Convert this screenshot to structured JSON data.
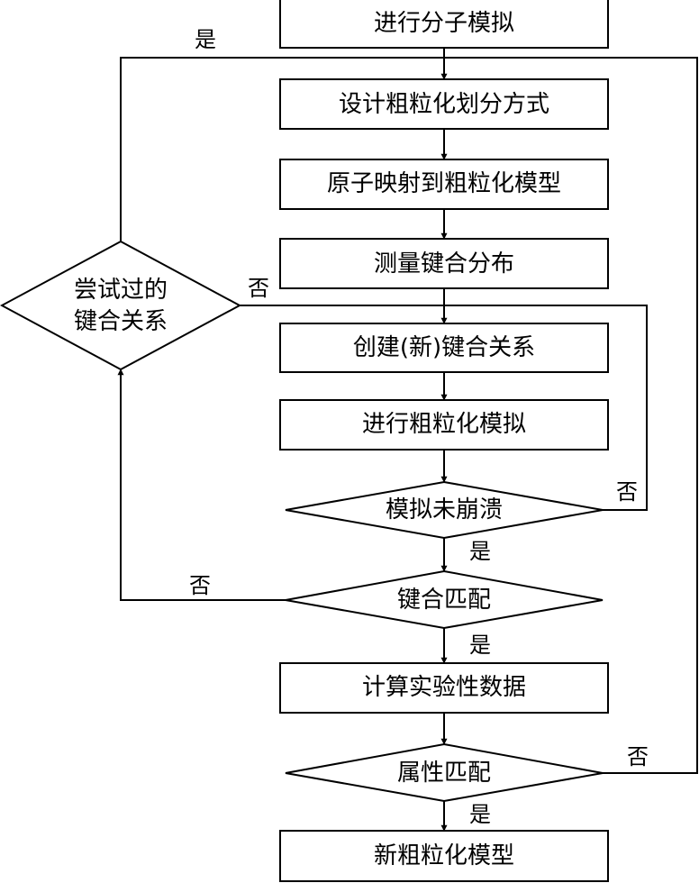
{
  "nodes": {
    "run_md": "进行分子模拟",
    "design_cg": "设计粗粒化划分方式",
    "map_atoms": "原子映射到粗粒化模型",
    "measure_bonds": "测量键合分布",
    "create_bonds": "创建(新)键合关系",
    "run_cg": "进行粗粒化模拟",
    "not_collapsed": "模拟未崩溃",
    "bonds_match": "键合匹配",
    "compute_exp": "计算实验性数据",
    "props_match": "属性匹配",
    "new_model": "新粗粒化模型",
    "tried_bonds_line1": "尝试过的",
    "tried_bonds_line2": "键合关系"
  },
  "edge_labels": {
    "yes": "是",
    "no": "否"
  }
}
